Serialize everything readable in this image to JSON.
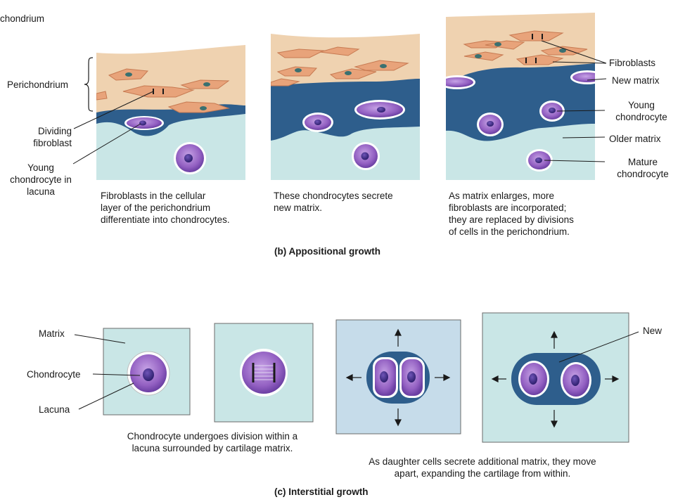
{
  "appositional": {
    "top_left_label": "chondrium",
    "labels": {
      "perichondrium": "Perichondrium",
      "dividing_fibroblast": "Dividing\nfibroblast",
      "young_chondrocyte_in_lacuna": "Young\nchondrocyte in\nlacuna",
      "fibroblasts": "Fibroblasts",
      "new_matrix": "New matrix",
      "young_chondrocyte": "Young\nchondrocyte",
      "older_matrix": "Older matrix",
      "mature_chondrocyte": "Mature\nchondrocyte"
    },
    "captions": [
      "Fibroblasts in the cellular\nlayer of the perichondrium\ndifferentiate into chondrocytes.",
      "These chondrocytes secrete\nnew matrix.",
      "As matrix enlarges, more\nfibroblasts are incorporated;\nthey are replaced by divisions\nof cells in the perichondrium."
    ],
    "title": "(b)  Appositional growth"
  },
  "interstitial": {
    "labels": {
      "matrix": "Matrix",
      "chondrocyte": "Chondrocyte",
      "lacuna": "Lacuna",
      "new": "New"
    },
    "captions": [
      "Chondrocyte undergoes division within a\nlacuna surrounded by cartilage matrix.",
      "As daughter cells secrete additional matrix, they move\napart, expanding the cartilage from within."
    ],
    "title": "(c)  Interstitial growth"
  },
  "colors": {
    "old_matrix": "#c9e6e6",
    "new_matrix": "#2e5e8c",
    "perichondrium": "#efd2b0",
    "fibroblast": "#e8a37a",
    "chondrocyte": "#9b66c7",
    "nucleus": "#4a2a8a"
  }
}
